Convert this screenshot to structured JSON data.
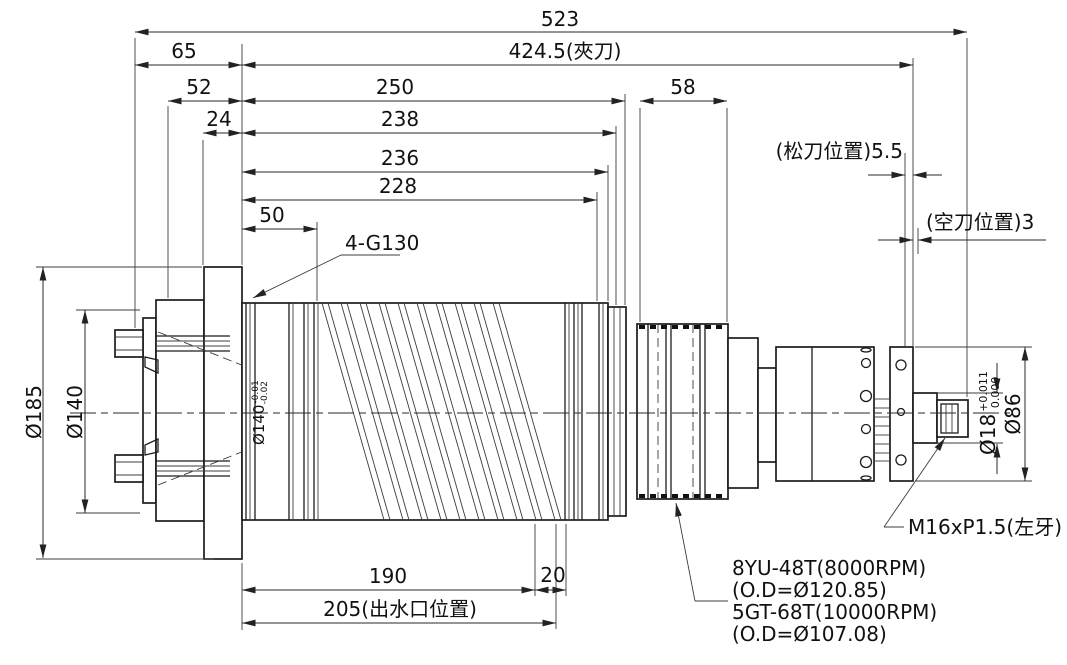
{
  "colors": {
    "line": "#1c1c1c",
    "background": "#ffffff"
  },
  "dimensions": {
    "total_length": "523",
    "clamp_pos": "424.5(夾刀)",
    "d65": "65",
    "d52": "52",
    "d24": "24",
    "d250": "250",
    "d238": "238",
    "d236": "236",
    "d228": "228",
    "d50": "50",
    "d58": "58",
    "d190": "190",
    "d20": "20",
    "water_outlet": "205(出水口位置)",
    "release_pos": "(松刀位置)5.5",
    "air_pos": "(空刀位置)3",
    "flange_od": "Ø185",
    "cover_od": "Ø140",
    "pilot_dia": "Ø140",
    "pilot_tol_up": "-0.01",
    "pilot_tol_dn": "-0.02",
    "shaft_dia": "Ø18",
    "shaft_tol_up": "+0.011",
    "shaft_tol_dn": "0.000",
    "end_dia": "Ø86",
    "ports": "4-G130",
    "thread": "M16xP1.5(左牙)"
  },
  "notes": {
    "pulley": [
      "8YU-48T(8000RPM)",
      "(O.D=Ø120.85)",
      "5GT-68T(10000RPM)",
      "(O.D=Ø107.08)"
    ]
  }
}
